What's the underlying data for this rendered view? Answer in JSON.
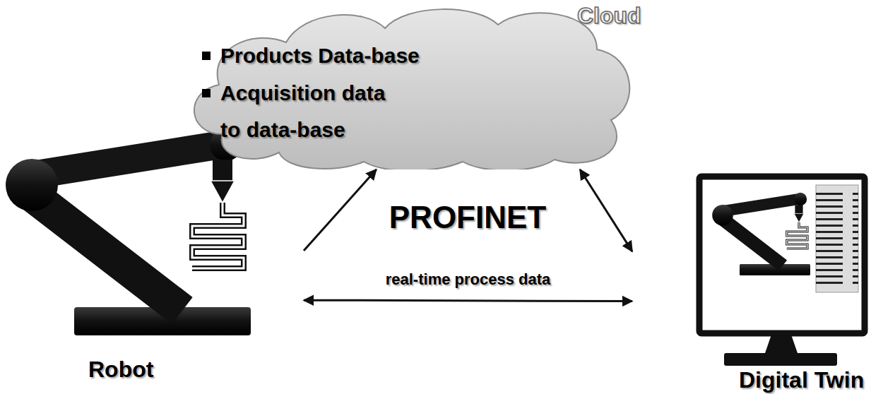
{
  "diagram": {
    "nodes": [
      {
        "text": [
          "Cloud",
          "Products Data-base",
          "Acquisition data to data-base"
        ]
      },
      {
        "text": [
          "Robot"
        ]
      },
      {
        "text": [
          "Digital Twin"
        ]
      }
    ],
    "edges": [
      {
        "from": 1,
        "to": 0,
        "arrow": "to"
      },
      {
        "from": 0,
        "to": 2,
        "arrow": "both"
      },
      {
        "from": 1,
        "to": 2,
        "arrow": "both",
        "label": "real-time process data"
      }
    ],
    "labels": [
      "PROFINET"
    ]
  }
}
